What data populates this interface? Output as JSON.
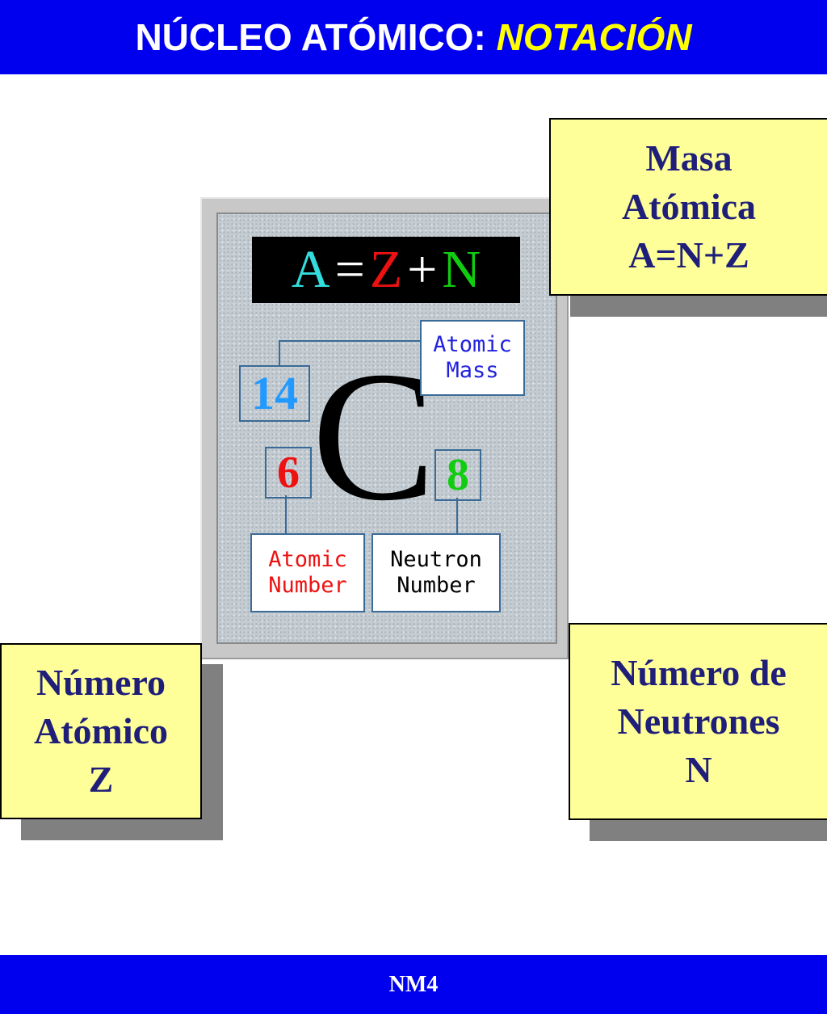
{
  "header": {
    "title_main": "NÚCLEO ATÓMICO: ",
    "title_accent": "NOTACIÓN"
  },
  "footer": {
    "text": "NM4"
  },
  "callouts": {
    "mass": {
      "lines": [
        "Masa",
        "Atómica",
        "A=N+Z"
      ]
    },
    "atomic_number": {
      "lines": [
        "Número",
        "Atómico",
        "Z"
      ]
    },
    "neutrons": {
      "lines": [
        "Número de",
        "Neutrones",
        "N"
      ]
    }
  },
  "diagram": {
    "formula": {
      "a": "A",
      "eq": "=",
      "z": "Z",
      "plus": "+",
      "n": "N"
    },
    "mass_number": "14",
    "atomic_number": "6",
    "neutron_number": "8",
    "element_symbol": "C",
    "labels": {
      "atomic_mass": [
        "Atomic",
        "Mass"
      ],
      "atomic_number": [
        "Atomic",
        "Number"
      ],
      "neutron_number": [
        "Neutron",
        "Number"
      ]
    }
  },
  "colors": {
    "header_bg": "#0000ee",
    "accent": "#ffff00",
    "callout_bg": "#ffff99",
    "callout_text": "#1f1f7a",
    "mass_color": "#33dddd",
    "z_color": "#ee1111",
    "n_color": "#11cc11"
  }
}
